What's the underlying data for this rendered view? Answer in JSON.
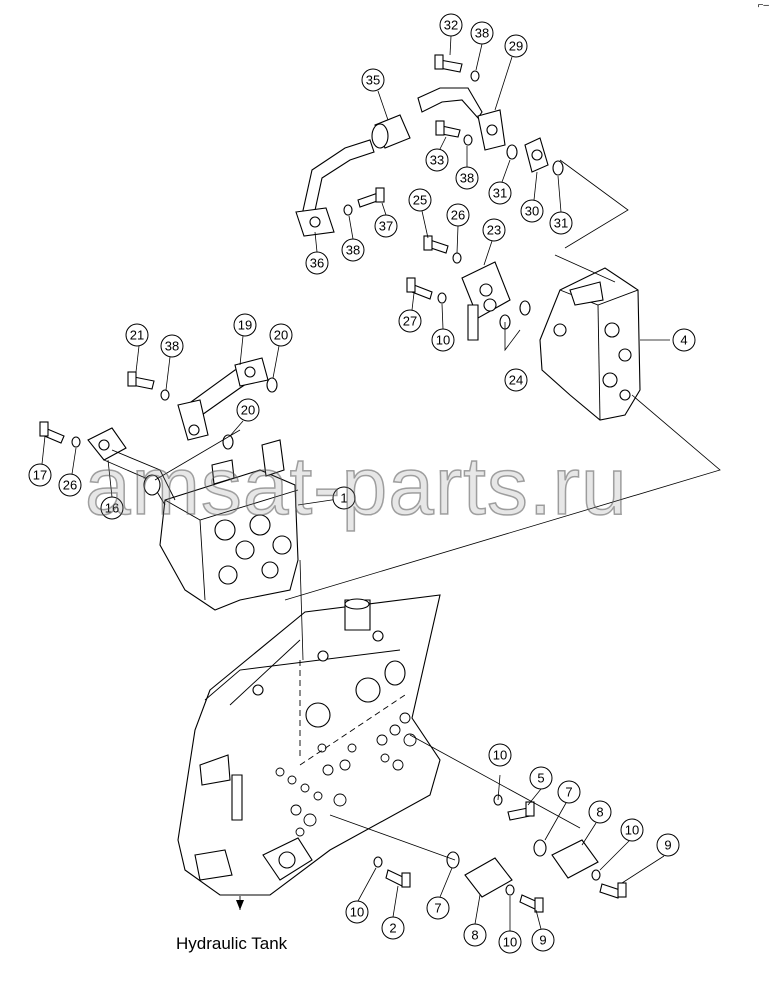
{
  "caption": "Hydraulic Tank",
  "watermark": "amsat-parts.ru",
  "corner_mark": "⌐–",
  "callouts": [
    "32",
    "38",
    "29",
    "35",
    "33",
    "38",
    "31",
    "30",
    "31",
    "37",
    "38",
    "36",
    "25",
    "26",
    "23",
    "4",
    "27",
    "10",
    "24",
    "21",
    "38",
    "19",
    "20",
    "20",
    "17",
    "26",
    "16",
    "1",
    "10",
    "5",
    "7",
    "8",
    "10",
    "9",
    "7",
    "2",
    "10",
    "8",
    "10",
    "9"
  ]
}
